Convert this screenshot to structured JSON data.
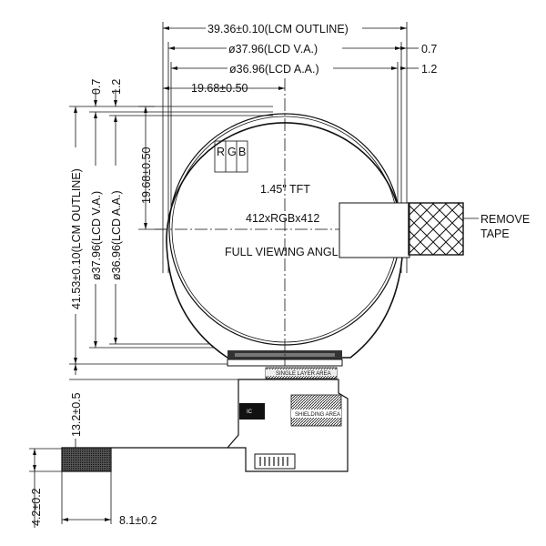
{
  "dimensions": {
    "lcm_outline_width": "39.36±0.10(LCM OUTLINE)",
    "lcd_va_width": "ø37.96(LCD V.A.)",
    "lcd_aa_width": "ø36.96(LCD A.A.)",
    "va_offset_right": "0.7",
    "aa_offset_right": "1.2",
    "center_offset_x": "19.68±0.50",
    "va_offset_top": "0.7",
    "aa_offset_top": "1.2",
    "center_offset_y": "19.68±0.50",
    "lcm_outline_height": "41.53±0.10(LCM OUTLINE)",
    "lcd_va_height": "ø37.96(LCD V.A.)",
    "lcd_aa_height": "ø36.96(LCD A.A.)",
    "fpc_length": "13.2±0.5",
    "fpc_tail_height": "4.2±0.2",
    "fpc_tail_width": "8.1±0.2"
  },
  "display": {
    "pixel_r": "R",
    "pixel_g": "G",
    "pixel_b": "B",
    "size": "1.45\" TFT",
    "resolution": "412xRGBx412",
    "viewing_angle": "FULL VIEWING ANGLE"
  },
  "tape": {
    "line1": "REMOVE",
    "line2": "TAPE"
  },
  "fpc": {
    "stiffener_label": "SINGLE LAYER AREA",
    "component_label": "SHIELDING AREA",
    "chip_label": "IC"
  }
}
